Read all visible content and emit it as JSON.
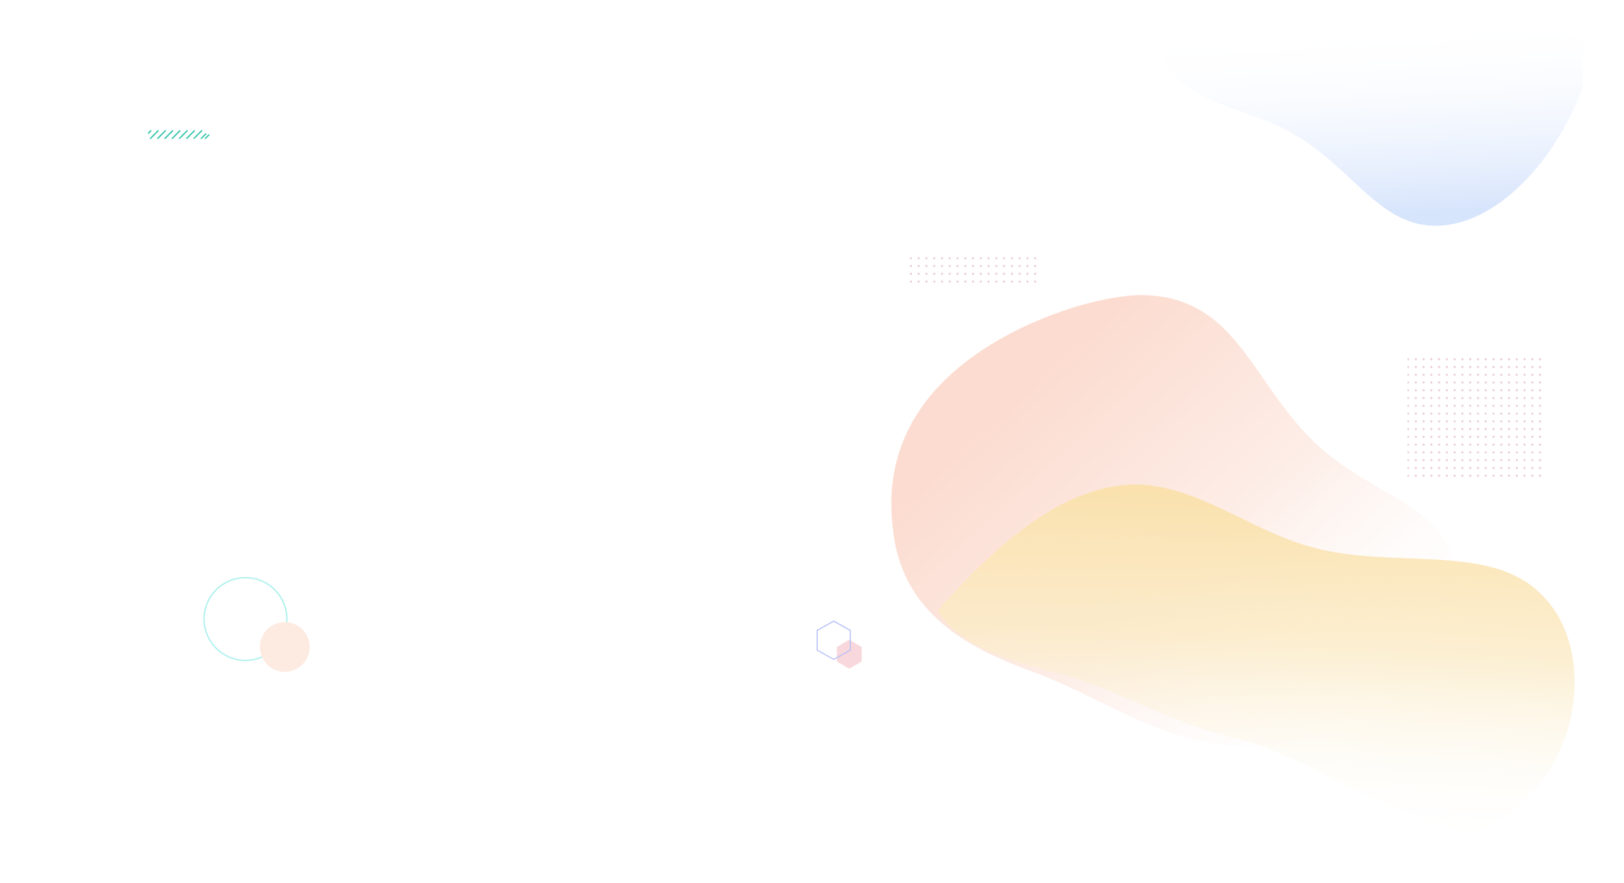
{
  "colors": {
    "background": "#ffffff",
    "blue_blob": "#d8e6fc",
    "peach_blob": "#fcd9cc",
    "yellow_blob": "#fae2a8",
    "hatch": "#2ec4a8",
    "ring": "#a8f0ec",
    "peach_dot": "#fdeae0",
    "hexagon_outline": "#b4bcf8",
    "hexagon_fill": "#f7d4d8",
    "dot_grid": "#e8c8d0"
  },
  "decorations": [
    "blob",
    "blob",
    "blob",
    "hatch-pattern",
    "dot-grid",
    "dot-grid",
    "ring",
    "circle",
    "hexagon-outline",
    "hexagon-filled"
  ]
}
